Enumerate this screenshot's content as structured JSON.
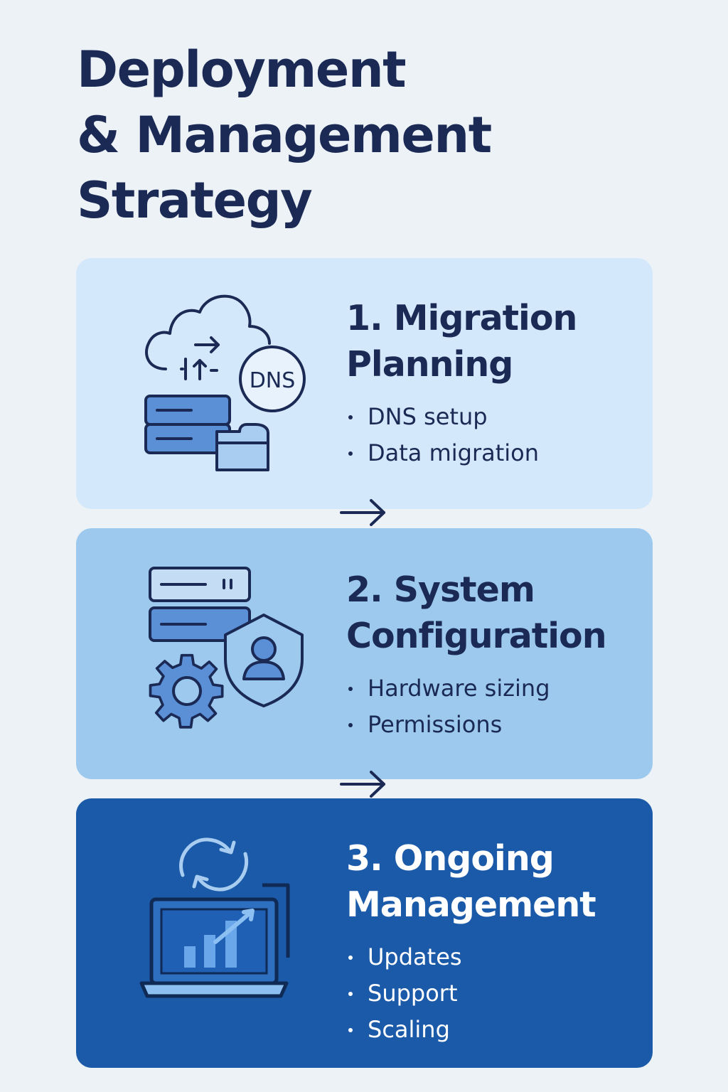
{
  "title": {
    "lines": [
      "Deployment",
      "& Management",
      "Strategy"
    ]
  },
  "stages": [
    {
      "heading_lines": [
        "1. Migration",
        "Planning"
      ],
      "items": [
        "DNS setup",
        "Data migration"
      ],
      "icon": "cloud-dns-server-icon",
      "icon_badge": "DNS",
      "background": "#d3e8fa"
    },
    {
      "heading_lines": [
        "2. System",
        "Configuration"
      ],
      "items": [
        "Hardware sizing",
        "Permissions"
      ],
      "icon": "server-gear-shield-icon",
      "background": "#9dc9ee"
    },
    {
      "heading_lines": [
        "3. Ongoing",
        "Management"
      ],
      "items": [
        "Updates",
        "Support",
        "Scaling"
      ],
      "icon": "laptop-chart-sync-icon",
      "background": "#1b5aa8"
    }
  ],
  "colors": {
    "page_background": "#edf2f7",
    "text_dark": "#1b2a55",
    "text_light": "#ffffff",
    "icon_fill_blue": "#5b8fd6",
    "icon_fill_light": "#a9cdf1"
  }
}
